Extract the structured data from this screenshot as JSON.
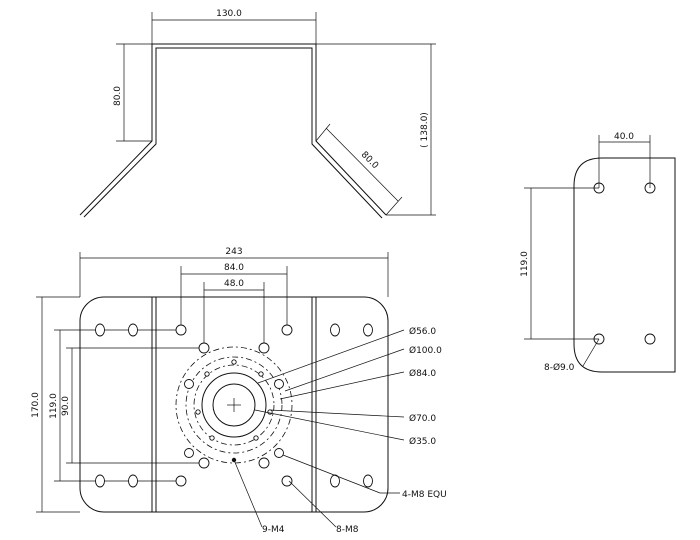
{
  "dimensions": {
    "top_width": "130.0",
    "top_height": "80.0",
    "total_height": "( 138.0)",
    "slant": "80.0",
    "plate_width": "243",
    "holes_84": "84.0",
    "holes_48": "48.0",
    "plate_height": "170.0",
    "v_119": "119.0",
    "v_90": "90.0",
    "side_40": "40.0",
    "side_119": "119.0"
  },
  "callouts": {
    "d56": "Ø56.0",
    "d100": "Ø100.0",
    "d84": "Ø84.0",
    "d70": "Ø70.0",
    "d35": "Ø35.0",
    "m8_equ": "4-M8 EQU",
    "m4": "9-M4",
    "m8": "8-M8",
    "d9": "8-Ø9.0"
  }
}
